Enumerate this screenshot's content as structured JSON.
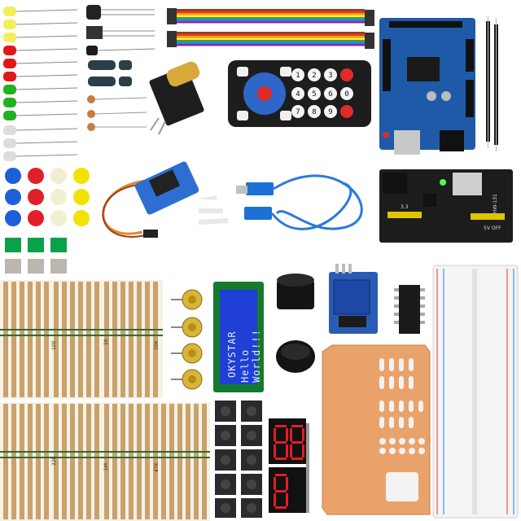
{
  "lcd": {
    "line1": "OKYSTAR",
    "line2": "Hello World!!!"
  },
  "power_module": {
    "label_model": "HW-131",
    "label_5v": "5V",
    "label_33": "3.3",
    "label_off": "OFF"
  },
  "resistor_values": [
    "100",
    "1K",
    "10K",
    "220",
    "47K",
    "1M"
  ],
  "remote_keys": [
    "1",
    "2",
    "3",
    "4",
    "5",
    "6",
    "7",
    "8",
    "9",
    "0"
  ],
  "colors": {
    "arduino_blue": "#1e5aa8",
    "lcd_blue": "#1f3fd6",
    "servo_blue": "#2d6fd1",
    "acrylic_orange": "#e9a36a",
    "breadboard": "#f4f4f4",
    "relay_blue": "#2a5cb6",
    "resistor_tan": "#c9a26b"
  }
}
